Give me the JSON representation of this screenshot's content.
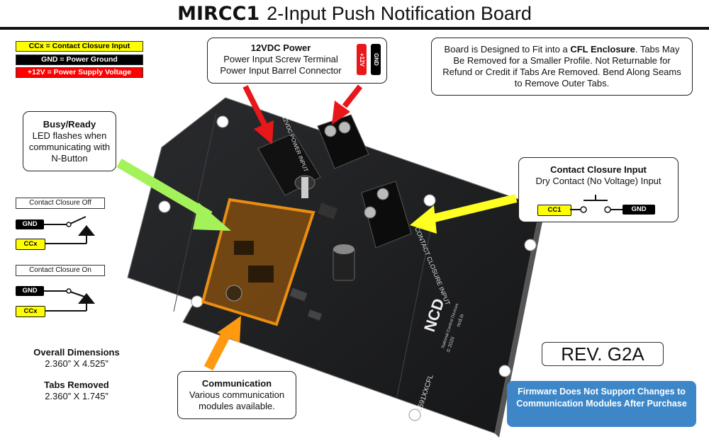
{
  "title": {
    "model": "MIRCC1",
    "subtitle": "2-Input Push Notification Board"
  },
  "legend": [
    {
      "text": "CCx = Contact Closure Input",
      "bg": "#ffff00",
      "fg": "#000000"
    },
    {
      "text": "GND = Power Ground",
      "bg": "#000000",
      "fg": "#ffffff"
    },
    {
      "text": "+12V = Power Supply Voltage",
      "bg": "#ff0000",
      "fg": "#ffffff"
    }
  ],
  "power": {
    "heading": "12VDC Power",
    "line1": "Power Input Screw Terminal",
    "line2": "Power Input Barrel Connector",
    "pin_pos": "+12V",
    "pin_gnd": "GND"
  },
  "enclosure_note": {
    "pre": "Board is Designed to Fit into a ",
    "bold": "CFL Enclosure",
    "post": ". Tabs May Be Removed for a Smaller Profile.  Not Returnable for Refund or Credit if Tabs Are Removed. Bend Along Seams to Remove Outer Tabs."
  },
  "busy": {
    "heading": "Busy/Ready",
    "text": "LED flashes when communicating with N-Button"
  },
  "contact_input": {
    "heading": "Contact Closure Input",
    "text": "Dry Contact (No Voltage) Input",
    "cc_label": "CC1",
    "gnd_label": "GND"
  },
  "switch_off": {
    "label": "Contact Closure Off",
    "gnd": "GND",
    "ccx": "CCx"
  },
  "switch_on": {
    "label": "Contact Closure On",
    "gnd": "GND",
    "ccx": "CCx"
  },
  "communication": {
    "heading": "Communication",
    "text": "Various communication modules available."
  },
  "dimensions": {
    "overall_heading": "Overall Dimensions",
    "overall_value": "2.360” X 4.525”",
    "tabs_heading": "Tabs Removed",
    "tabs_value": "2.360” X 1.745”"
  },
  "board_text": {
    "power_input": "12VDC POWER INPUT",
    "contact_closure": "CONTACT CLOSURE INPUT",
    "brand": "NCD",
    "brand_sub": "National Control Devices",
    "url": "ncd.io",
    "year": "© 2020",
    "part": "1591XXCFL"
  },
  "revision": "REV. G2A",
  "firmware_note": "Firmware Does Not Support Changes to Communication Modules After Purchase",
  "colors": {
    "ccx": "#ffff00",
    "gnd": "#000000",
    "v12": "#ff0000",
    "note_bg": "#3d87c9",
    "arrow_red": "#e8171a",
    "arrow_green": "#a4f25a",
    "arrow_yellow": "#ffff22",
    "arrow_orange": "#ff9a10",
    "board": "#1d1e20"
  }
}
